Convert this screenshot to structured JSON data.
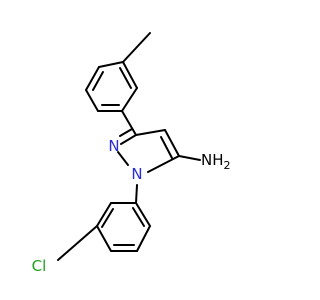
{
  "molecule": {
    "atoms": {
      "nitrogen_ring_2": {
        "text": "N",
        "color": "#2b2bd6"
      },
      "nitrogen_ring_1": {
        "text": "N",
        "color": "#2b2bd6"
      },
      "amine_group": {
        "text": "NH",
        "sub": "2",
        "color": "#000000"
      },
      "chlorine": {
        "text": "Cl",
        "color": "#1fa01f"
      }
    },
    "bond_color": "#000000",
    "background_color": "#ffffff"
  }
}
